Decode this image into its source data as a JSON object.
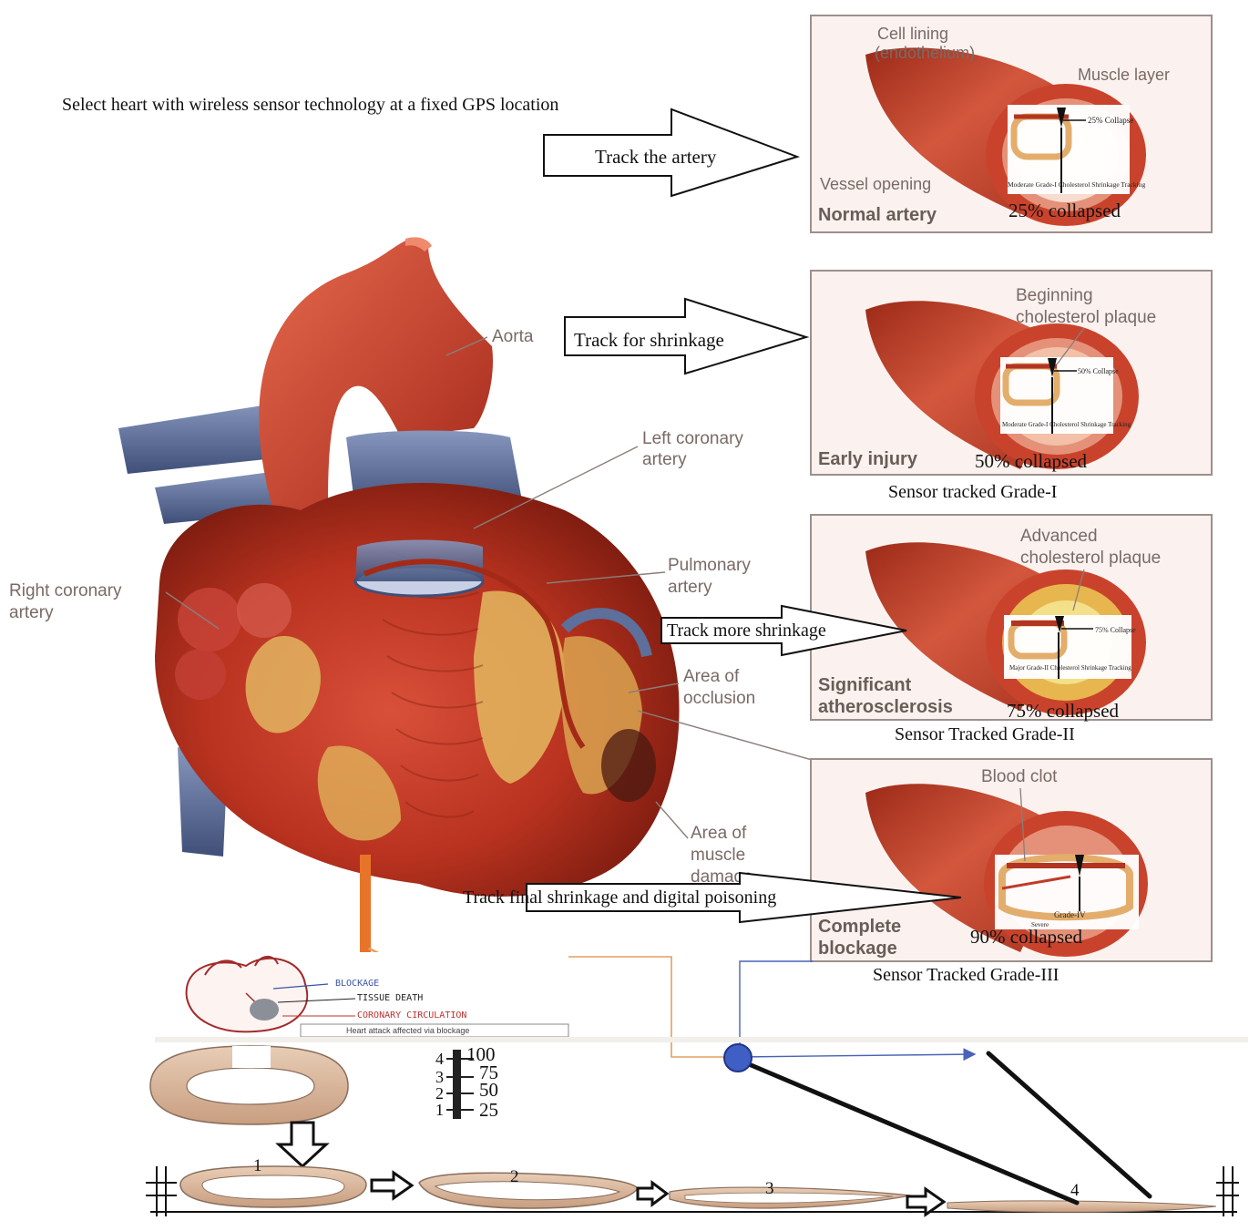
{
  "header": {
    "caption": "Select heart with wireless sensor technology at a fixed GPS location"
  },
  "arrows": [
    {
      "label": "Track the artery"
    },
    {
      "label": "Track for shrinkage"
    },
    {
      "label": "Track more shrinkage"
    },
    {
      "label": "Track final shrinkage and digital poisoning"
    }
  ],
  "heart_labels": {
    "aorta": "Aorta",
    "left_coronary_1": "Left coronary",
    "left_coronary_2": "artery",
    "pulmonary_1": "Pulmonary",
    "pulmonary_2": "artery",
    "right_coronary_1": "Right coronary",
    "right_coronary_2": "artery",
    "occlusion_1": "Area of",
    "occlusion_2": "occlusion",
    "damage_1": "Area of",
    "damage_2": "muscle",
    "damage_3": "damage"
  },
  "panels": [
    {
      "callout_a": "Cell lining",
      "callout_b": "(endothelium)",
      "callout_c": "Muscle layer",
      "callout_d": "Vessel opening",
      "stage": "Normal artery",
      "collapse": "25% collapsed",
      "inset_pct": "25% Collapse",
      "inset_row": "Moderate  Grade-I  Cholesterol Shrinkage Tracking",
      "grade": ""
    },
    {
      "callout_a": "Beginning",
      "callout_b": "cholesterol plaque",
      "stage": "Early injury",
      "collapse": "50% collapsed",
      "inset_pct": "50% Collapse",
      "inset_row": "Moderate  Grade-I  Cholesterol Shrinkage Tracking",
      "grade": "Sensor tracked Grade-I"
    },
    {
      "callout_a": "Advanced",
      "callout_b": "cholesterol plaque",
      "stage_1": "Significant",
      "stage_2": "atherosclerosis",
      "collapse": "75% collapsed",
      "inset_pct": "75% Collapse",
      "inset_row": "Major  Grade-II  Cholesterol Shrinkage Tracking",
      "grade": "Sensor Tracked Grade-II"
    },
    {
      "callout_a": "Blood clot",
      "stage_1": "Complete",
      "stage_2": "blockage",
      "collapse": "90% collapsed",
      "inset_grade": "Grade-IV",
      "inset_sev": "Severe",
      "grade": "Sensor Tracked Grade-III"
    }
  ],
  "sketch": {
    "label_1": "BLOCKAGE",
    "label_2": "TISSUE DEATH",
    "label_3": "CORONARY CIRCULATION",
    "caption": "Heart attack affected via blockage"
  },
  "scale": {
    "levels": [
      "4",
      "3",
      "2",
      "1"
    ],
    "values": [
      "100",
      "75",
      "50",
      "25"
    ]
  },
  "stages": [
    "1",
    "2",
    "3",
    "4"
  ],
  "colors": {
    "artery": "#c0392b",
    "artery_dark": "#8e1f14",
    "artery_light": "#e27a5e",
    "vessel_blue": "#5d6f9b",
    "orange_arrow": "#e8742a",
    "connector_orange": "#e0a060",
    "connector_blue": "#4a63b8",
    "node_fill": "#3f5fc4",
    "tan_ring": "#d9b79a"
  }
}
